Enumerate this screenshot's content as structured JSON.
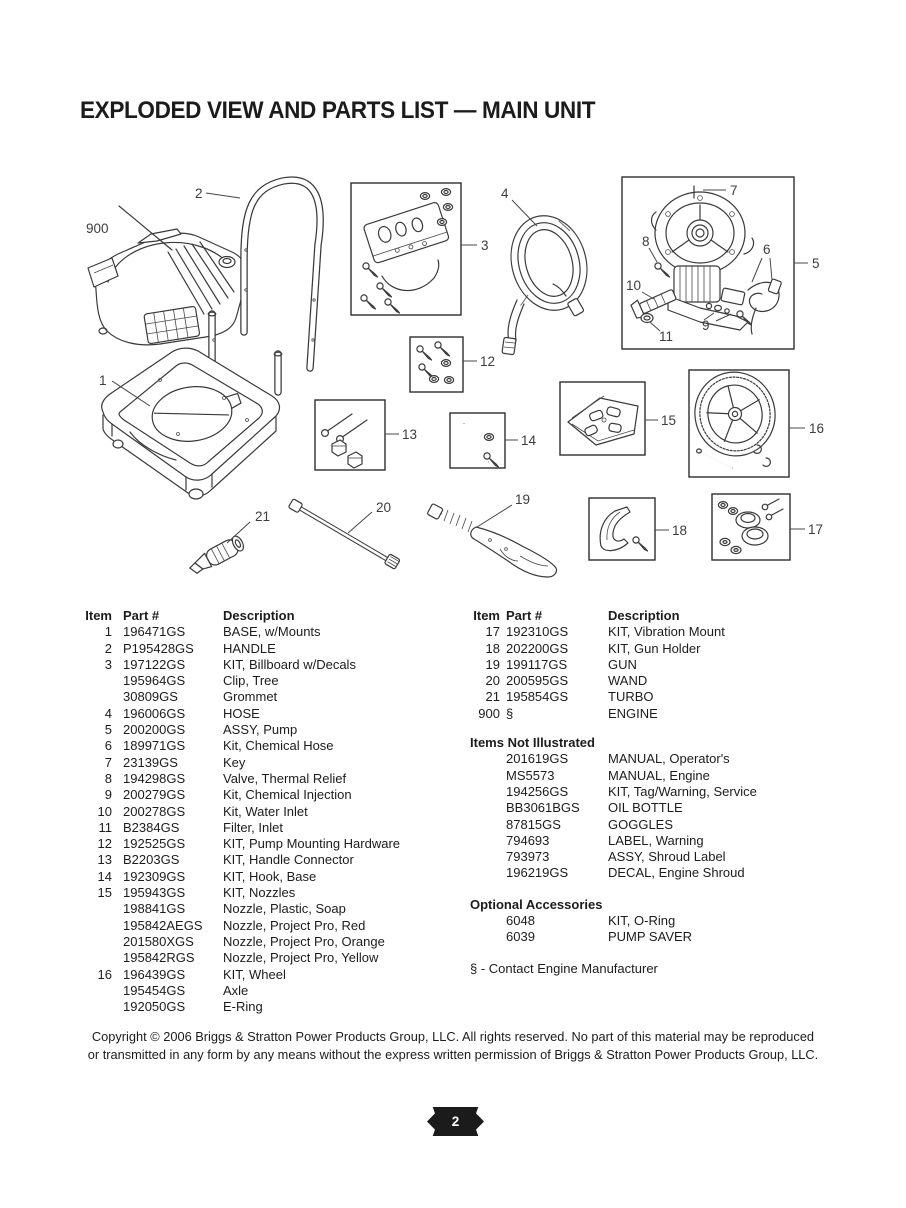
{
  "title": "EXPLODED VIEW AND PARTS LIST — MAIN UNIT",
  "diagram": {
    "callouts": {
      "c1": "1",
      "c2": "2",
      "c3": "3",
      "c4": "4",
      "c5": "5",
      "c6": "6",
      "c7": "7",
      "c8": "8",
      "c9": "9",
      "c10": "10",
      "c11": "11",
      "c12": "12",
      "c13": "13",
      "c14": "14",
      "c15": "15",
      "c16": "16",
      "c17": "17",
      "c18": "18",
      "c19": "19",
      "c20": "20",
      "c21": "21",
      "c900": "900"
    }
  },
  "left_table": {
    "headers": {
      "item": "Item",
      "part": "Part #",
      "desc": "Description"
    },
    "rows": [
      {
        "item": "1",
        "part": "196471GS",
        "desc": "BASE, w/Mounts"
      },
      {
        "item": "2",
        "part": "P195428GS",
        "desc": "HANDLE"
      },
      {
        "item": "3",
        "part": "197122GS",
        "desc": "KIT, Billboard w/Decals"
      },
      {
        "item": "",
        "part": "195964GS",
        "desc": "Clip, Tree"
      },
      {
        "item": "",
        "part": "30809GS",
        "desc": "Grommet"
      },
      {
        "item": "4",
        "part": "196006GS",
        "desc": "HOSE"
      },
      {
        "item": "5",
        "part": "200200GS",
        "desc": "ASSY, Pump"
      },
      {
        "item": "6",
        "part": "189971GS",
        "desc": "Kit, Chemical Hose"
      },
      {
        "item": "7",
        "part": "23139GS",
        "desc": "Key"
      },
      {
        "item": "8",
        "part": "194298GS",
        "desc": "Valve, Thermal Relief"
      },
      {
        "item": "9",
        "part": "200279GS",
        "desc": "Kit, Chemical Injection"
      },
      {
        "item": "10",
        "part": "200278GS",
        "desc": "Kit, Water Inlet"
      },
      {
        "item": "11",
        "part": "B2384GS",
        "desc": "Filter, Inlet"
      },
      {
        "item": "12",
        "part": "192525GS",
        "desc": "KIT, Pump Mounting Hardware"
      },
      {
        "item": "13",
        "part": "B2203GS",
        "desc": "KIT, Handle Connector"
      },
      {
        "item": "14",
        "part": "192309GS",
        "desc": "KIT, Hook, Base"
      },
      {
        "item": "15",
        "part": "195943GS",
        "desc": "KIT, Nozzles"
      },
      {
        "item": "",
        "part": "198841GS",
        "desc": "Nozzle, Plastic, Soap"
      },
      {
        "item": "",
        "part": "195842AEGS",
        "desc": "Nozzle, Project Pro, Red"
      },
      {
        "item": "",
        "part": "201580XGS",
        "desc": "Nozzle, Project Pro, Orange"
      },
      {
        "item": "",
        "part": "195842RGS",
        "desc": "Nozzle, Project Pro, Yellow"
      },
      {
        "item": "16",
        "part": "196439GS",
        "desc": "KIT, Wheel"
      },
      {
        "item": "",
        "part": "195454GS",
        "desc": "Axle"
      },
      {
        "item": "",
        "part": "192050GS",
        "desc": "E-Ring"
      }
    ]
  },
  "right_table": {
    "headers": {
      "item": "Item",
      "part": "Part #",
      "desc": "Description"
    },
    "rows": [
      {
        "item": "17",
        "part": "192310GS",
        "desc": "KIT, Vibration Mount"
      },
      {
        "item": "18",
        "part": "202200GS",
        "desc": "KIT, Gun Holder"
      },
      {
        "item": "19",
        "part": "199117GS",
        "desc": "GUN"
      },
      {
        "item": "20",
        "part": "200595GS",
        "desc": "WAND"
      },
      {
        "item": "21",
        "part": "195854GS",
        "desc": "TURBO"
      },
      {
        "item": "900",
        "part": "§",
        "desc": "ENGINE"
      }
    ],
    "not_illustrated": {
      "title": "Items Not Illustrated",
      "rows": [
        {
          "item": "",
          "part": "201619GS",
          "desc": "MANUAL, Operator's"
        },
        {
          "item": "",
          "part": "MS5573",
          "desc": "MANUAL, Engine"
        },
        {
          "item": "",
          "part": "194256GS",
          "desc": "KIT, Tag/Warning, Service"
        },
        {
          "item": "",
          "part": "BB3061BGS",
          "desc": "OIL BOTTLE"
        },
        {
          "item": "",
          "part": "87815GS",
          "desc": "GOGGLES"
        },
        {
          "item": "",
          "part": "794693",
          "desc": "LABEL, Warning"
        },
        {
          "item": "",
          "part": "793973",
          "desc": "ASSY, Shroud Label"
        },
        {
          "item": "",
          "part": "196219GS",
          "desc": "DECAL, Engine Shroud"
        }
      ]
    },
    "optional": {
      "title": "Optional Accessories",
      "rows": [
        {
          "item": "",
          "part": "6048",
          "desc": "KIT, O-Ring"
        },
        {
          "item": "",
          "part": "6039",
          "desc": "PUMP SAVER"
        }
      ]
    },
    "engine_note": "§ - Contact Engine Manufacturer"
  },
  "footer": {
    "line1": "Copyright © 2006 Briggs & Stratton Power Products Group, LLC.  All rights reserved.  No part of this material may be reproduced",
    "line2": "or transmitted in any form by any means without the express written permission of Briggs & Stratton Power Products Group, LLC."
  },
  "page_number": "2"
}
